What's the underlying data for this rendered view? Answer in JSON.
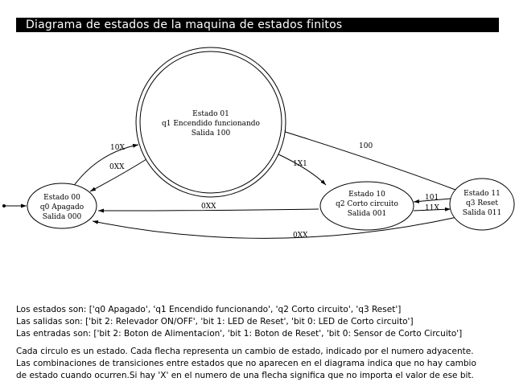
{
  "title": "Diagrama de estados de la maquina de estados finitos",
  "states": {
    "q0": {
      "line1": "Estado 00",
      "line2": "q0 Apagado",
      "line3": "Salida 000"
    },
    "q1": {
      "line1": "Estado 01",
      "line2": "q1 Encendido funcionando",
      "line3": "Salida 100"
    },
    "q2": {
      "line1": "Estado 10",
      "line2": "q2 Corto circuito",
      "line3": "Salida 001"
    },
    "q3": {
      "line1": "Estado 11",
      "line2": "q3 Reset",
      "line3": "Salida 011"
    }
  },
  "transitions": [
    {
      "from": "q0",
      "to": "q1",
      "label": "10X"
    },
    {
      "from": "q1",
      "to": "q0",
      "label": "0XX"
    },
    {
      "from": "q1",
      "to": "q2",
      "label": "1X1"
    },
    {
      "from": "q3",
      "to": "q1",
      "label": "100"
    },
    {
      "from": "q3",
      "to": "q2",
      "label": "101"
    },
    {
      "from": "q2",
      "to": "q3",
      "label": "11X"
    },
    {
      "from": "q2",
      "to": "q0",
      "label": "0XX"
    },
    {
      "from": "q3",
      "to": "q0",
      "label": "0XX"
    }
  ],
  "description": {
    "estados": "Los estados son: ['q0 Apagado', 'q1 Encendido funcionando', 'q2 Corto circuito', 'q3 Reset']",
    "salidas": "Las salidas son: ['bit 2: Relevador ON/OFF', 'bit 1: LED de Reset', 'bit 0: LED de Corto circuito']",
    "entradas": "Las entradas son: ['bit 2: Boton de Alimentacion', 'bit 1: Boton de Reset', 'bit 0: Sensor de Corto Circuito']",
    "note1": "Cada circulo es un estado. Cada flecha representa un cambio de estado, indicado por el numero adyacente.",
    "note2": "Las combinaciones de transiciones entre estados que no aparecen en el diagrama indica que no hay cambio",
    "note3": "de estado cuando ocurren.Si hay 'X' en el numero de una flecha significa que no importa el valor de ese bit."
  }
}
